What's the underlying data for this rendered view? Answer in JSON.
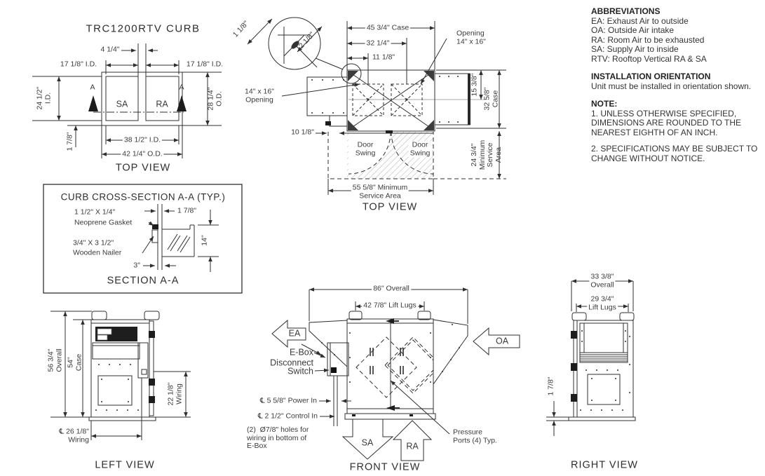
{
  "colors": {
    "line": "#2f2f2f",
    "text": "#3a3a3a",
    "background": "#ffffff",
    "hatch": "#aaaaaa"
  },
  "curb": {
    "title": "TRC1200RTV CURB",
    "divider": "4 1/4\"",
    "id_left": "17 1/8\" I.D.",
    "id_right": "17 1/8\" I.D.",
    "a": "A",
    "sa": "SA",
    "ra": "RA",
    "height_id": "24 1/2\"\nI.D.",
    "height_od": "28 1/4\"\nO.D.",
    "width_id": "38 1/2\" I.D.",
    "width_od": "42 1/4\" O.D.",
    "flange": "1 7/8\"",
    "caption": "TOP VIEW"
  },
  "section": {
    "title": "CURB CROSS-SECTION A-A (TYP.)",
    "gasket_size": "1 1/2\" X 1/4\"",
    "gasket_name": "Neoprene Gasket",
    "flange": "1 7/8\"",
    "nailer_size": "3/4\" X 3 1/2\"",
    "nailer_name": "Wooden Nailer",
    "height": "14\"",
    "base": "3\"",
    "caption": "SECTION A-A"
  },
  "unit_top": {
    "detail_small": "1 1/8\"",
    "detail_large": "2 1/8\"",
    "case_width": "45 3/4\" Case",
    "opening_right": "Opening\n14\" x 16\"",
    "dim_32": "32 1/4\"",
    "dim_11": "11 1/8\"",
    "opening_left": "14\" x 16\"\nOpening",
    "dim_15": "15 3/8\"",
    "case_depth": "32 5/8\"\nCase",
    "dim_10": "10 1/8\"",
    "door_swing": "Door\nSwing",
    "service_side": "24 3/4\"\nMinimum\nService\nArea",
    "service_bottom": "55 5/8\" Minimum\nService Area",
    "caption": "TOP VIEW"
  },
  "left": {
    "overall": "56 3/4\"\nOverall",
    "case": "54\"\nCase",
    "wiring_side": "22 1/8\"\nWiring",
    "wiring_bottom": "℄ 26 1/8\"\nWiring",
    "caption": "LEFT VIEW"
  },
  "front": {
    "overall": "86\" Overall",
    "lift_lugs": "42 7/8\" Lift Lugs",
    "ea": "EA",
    "ebox": "E-Box",
    "disconnect": "Disconnect\nSwitch",
    "oa": "OA",
    "power": "℄ 5 5/8\" Power In",
    "control": "℄ 2 1/2\" Control In",
    "holes": "(2)  Ø7/8\" holes for\nwiring in bottom of\nE-Box",
    "sa": "SA",
    "ra": "RA",
    "pressure": "Pressure\nPorts (4) Typ.",
    "caption": "FRONT VIEW"
  },
  "right": {
    "overall": "33 3/8\"\nOverall",
    "lift_lugs": "29 3/4\"\nLift Lugs",
    "base": "1 7/8\"",
    "caption": "RIGHT VIEW"
  },
  "notes": {
    "abbr_title": "ABBREVIATIONS",
    "abbr": [
      "EA: Exhaust Air to outside",
      "OA: Outside Air intake",
      "RA: Room Air to be exhausted",
      "SA: Supply Air to inside",
      "RTV: Rooftop Vertical RA & SA"
    ],
    "install_title": "INSTALLATION ORIENTATION",
    "install_body": "Unit must be installed in orientation shown.",
    "note_title": "NOTE:",
    "note_items": [
      "1. UNLESS OTHERWISE SPECIFIED, DIMENSIONS ARE ROUNDED TO THE NEAREST EIGHTH OF AN INCH.",
      "2. SPECIFICATIONS MAY BE SUBJECT TO CHANGE WITHOUT NOTICE."
    ]
  }
}
